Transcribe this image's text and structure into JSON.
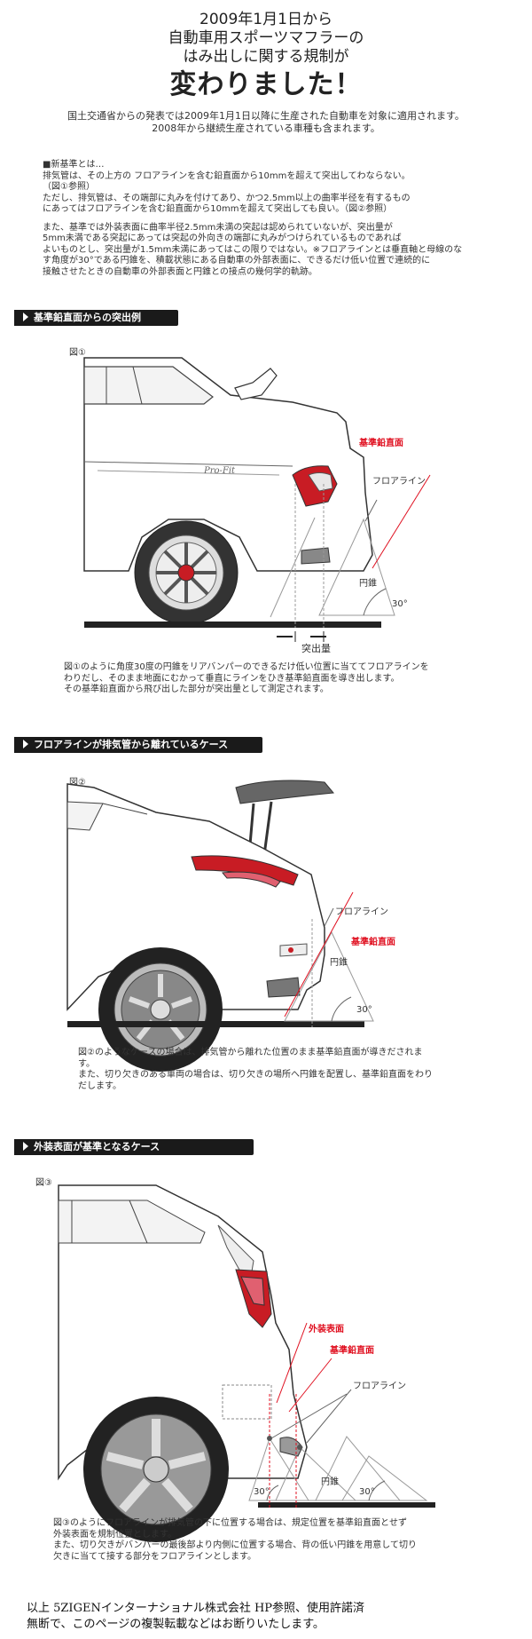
{
  "header": {
    "line1": "2009年1月1日から",
    "line2": "自動車用スポーツマフラーの",
    "line3": "はみ出しに関する規制が",
    "headline": "変わりました！",
    "sub1": "国土交通省からの発表では2009年1月1日以降に生産された自動車を対象に適用されます。",
    "sub2": "2008年から継続生産されている車種も含まれます。"
  },
  "intro": {
    "l1": "■新基準とは…",
    "l2": "排気管は、その上方の フロアラインを含む鉛直面から10mmを超えて突出してわならない。",
    "l3": "（図①参照）",
    "l4": "ただし、排気管は、その端部に丸みを付けてあり、かつ2.5mm以上の曲率半径を有するもの",
    "l5": "にあってはフロアラインを含む鉛直面から10mmを超えて突出しても良い。（図②参照）",
    "l6": "また、基準では外装表面に曲率半径2.5mm未満の突起は認められていないが、突出量が",
    "l7": "5mm未満である突起にあっては突起の外向きの端部に丸みがつけられているものであれば",
    "l8": "よいものとし、突出量が1.5mm未満にあってはこの限りではない。※フロアラインとは垂直軸と母線のな",
    "l9": "す角度が30°である円錐を、積載状態にある自動車の外部表面に、できるだけ低い位置で連続的に",
    "l10": "接触させたときの自動車の外部表面と円錐との接点の幾何学的軌跡。"
  },
  "section1": {
    "title": "基準鉛直面からの突出例",
    "fig": "図①",
    "label_plane": "基準鉛直面",
    "label_floor": "フロアライン",
    "label_cone": "円錐",
    "label_angle": "30°",
    "label_protrusion": "突出量",
    "cap1": "図①のように角度30度の円錐をリアバンパーのできるだけ低い位置に当ててフロアラインを",
    "cap2": "わりだし、そのまま地面にむかって垂直にラインをひき基準鉛直面を導き出します。",
    "cap3": "その基準鉛直面から飛び出した部分が突出量として測定されます。"
  },
  "section2": {
    "title": "フロアラインが排気管から離れているケース",
    "fig": "図②",
    "label_floor": "フロアライン",
    "label_plane": "基準鉛直面",
    "label_cone": "円錐",
    "label_angle": "30°",
    "cap1": "図②のようなケースの場合は、排気管から離れた位置のまま基準鉛直面が導きだされま",
    "cap2": "す。",
    "cap3": "また、切り欠きのある車両の場合は、切り欠きの場所へ円錐を配置し、基準鉛直面をわり",
    "cap4": "だします。"
  },
  "section3": {
    "title": "外装表面が基準となるケース",
    "fig": "図③",
    "label_surface": "外装表面",
    "label_plane": "基準鉛直面",
    "label_floor": "フロアライン",
    "label_cone": "円錐",
    "label_angle_left": "30°",
    "label_angle_right": "30°",
    "cap1": "図③のようにフロアラインが排気管の下に位置する場合は、規定位置を基準鉛直面とせず",
    "cap2": "外装表面を規制位置とします。",
    "cap3": "また、切り欠きがバンパーの最後部より内側に位置する場合、背の低い円錐を用意して切り",
    "cap4": "欠きに当てて接する部分をフロアラインとします。"
  },
  "footer": {
    "line1": "以上 5ZIGENインターナショナル株式会社 HP参照、使用許諾済",
    "line2": "無断で、このページの複製転載などはお断りいたします。"
  }
}
